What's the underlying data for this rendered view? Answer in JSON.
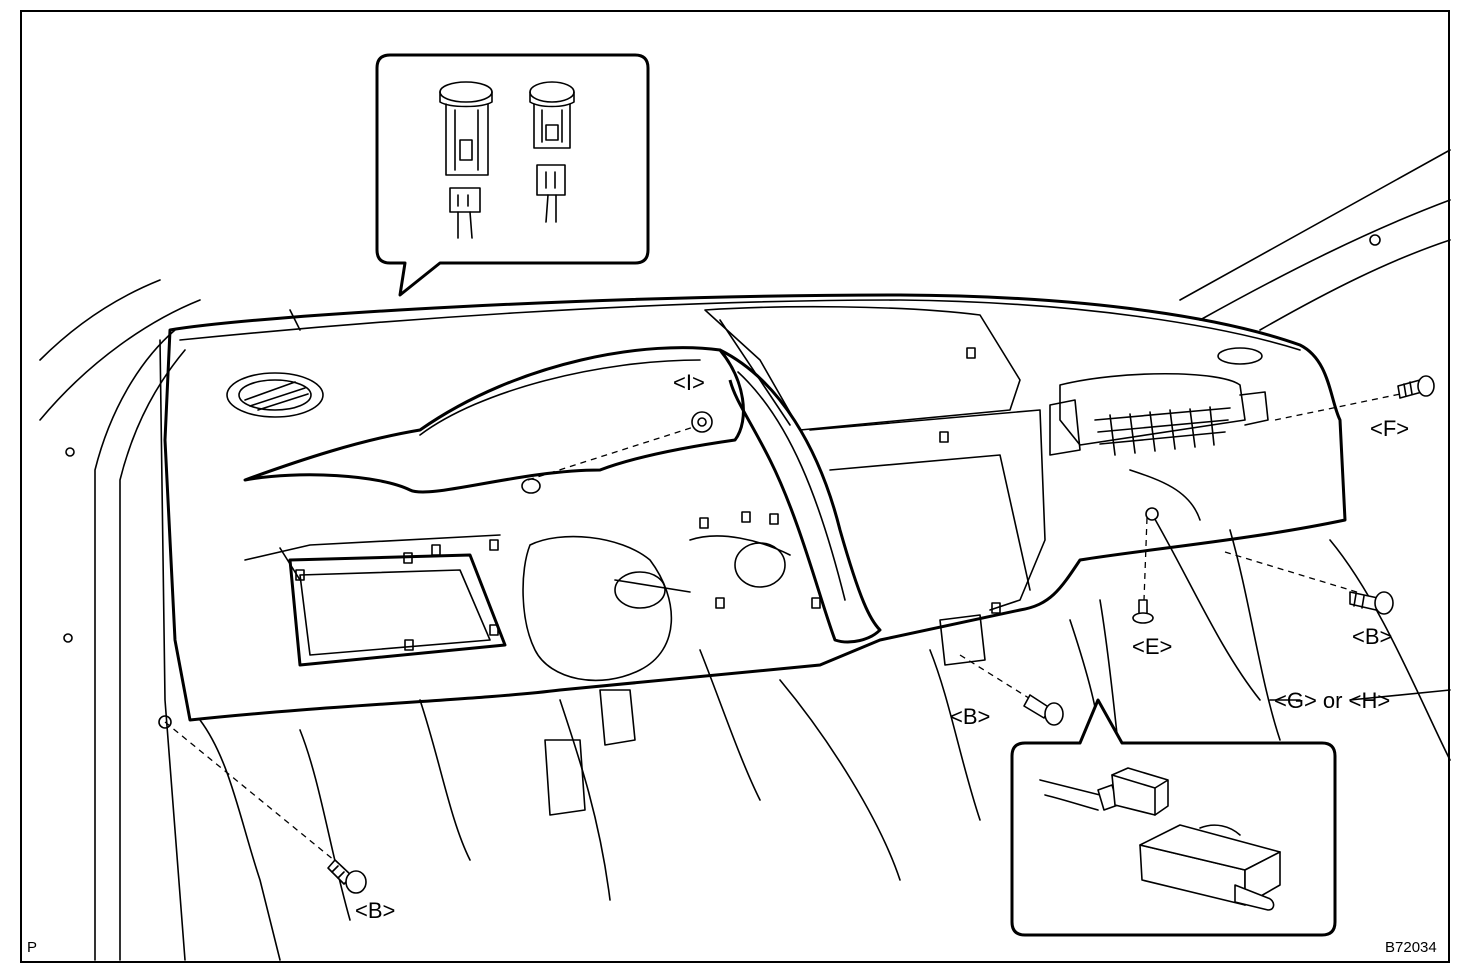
{
  "labels": {
    "i": "<I>",
    "f": "<F>",
    "b_right": "<B>",
    "e": "<E>",
    "gh": "<G> or <H>",
    "b_center": "<B>",
    "b_left": "<B>",
    "corner_p": "P",
    "figure_code": "B72034"
  }
}
